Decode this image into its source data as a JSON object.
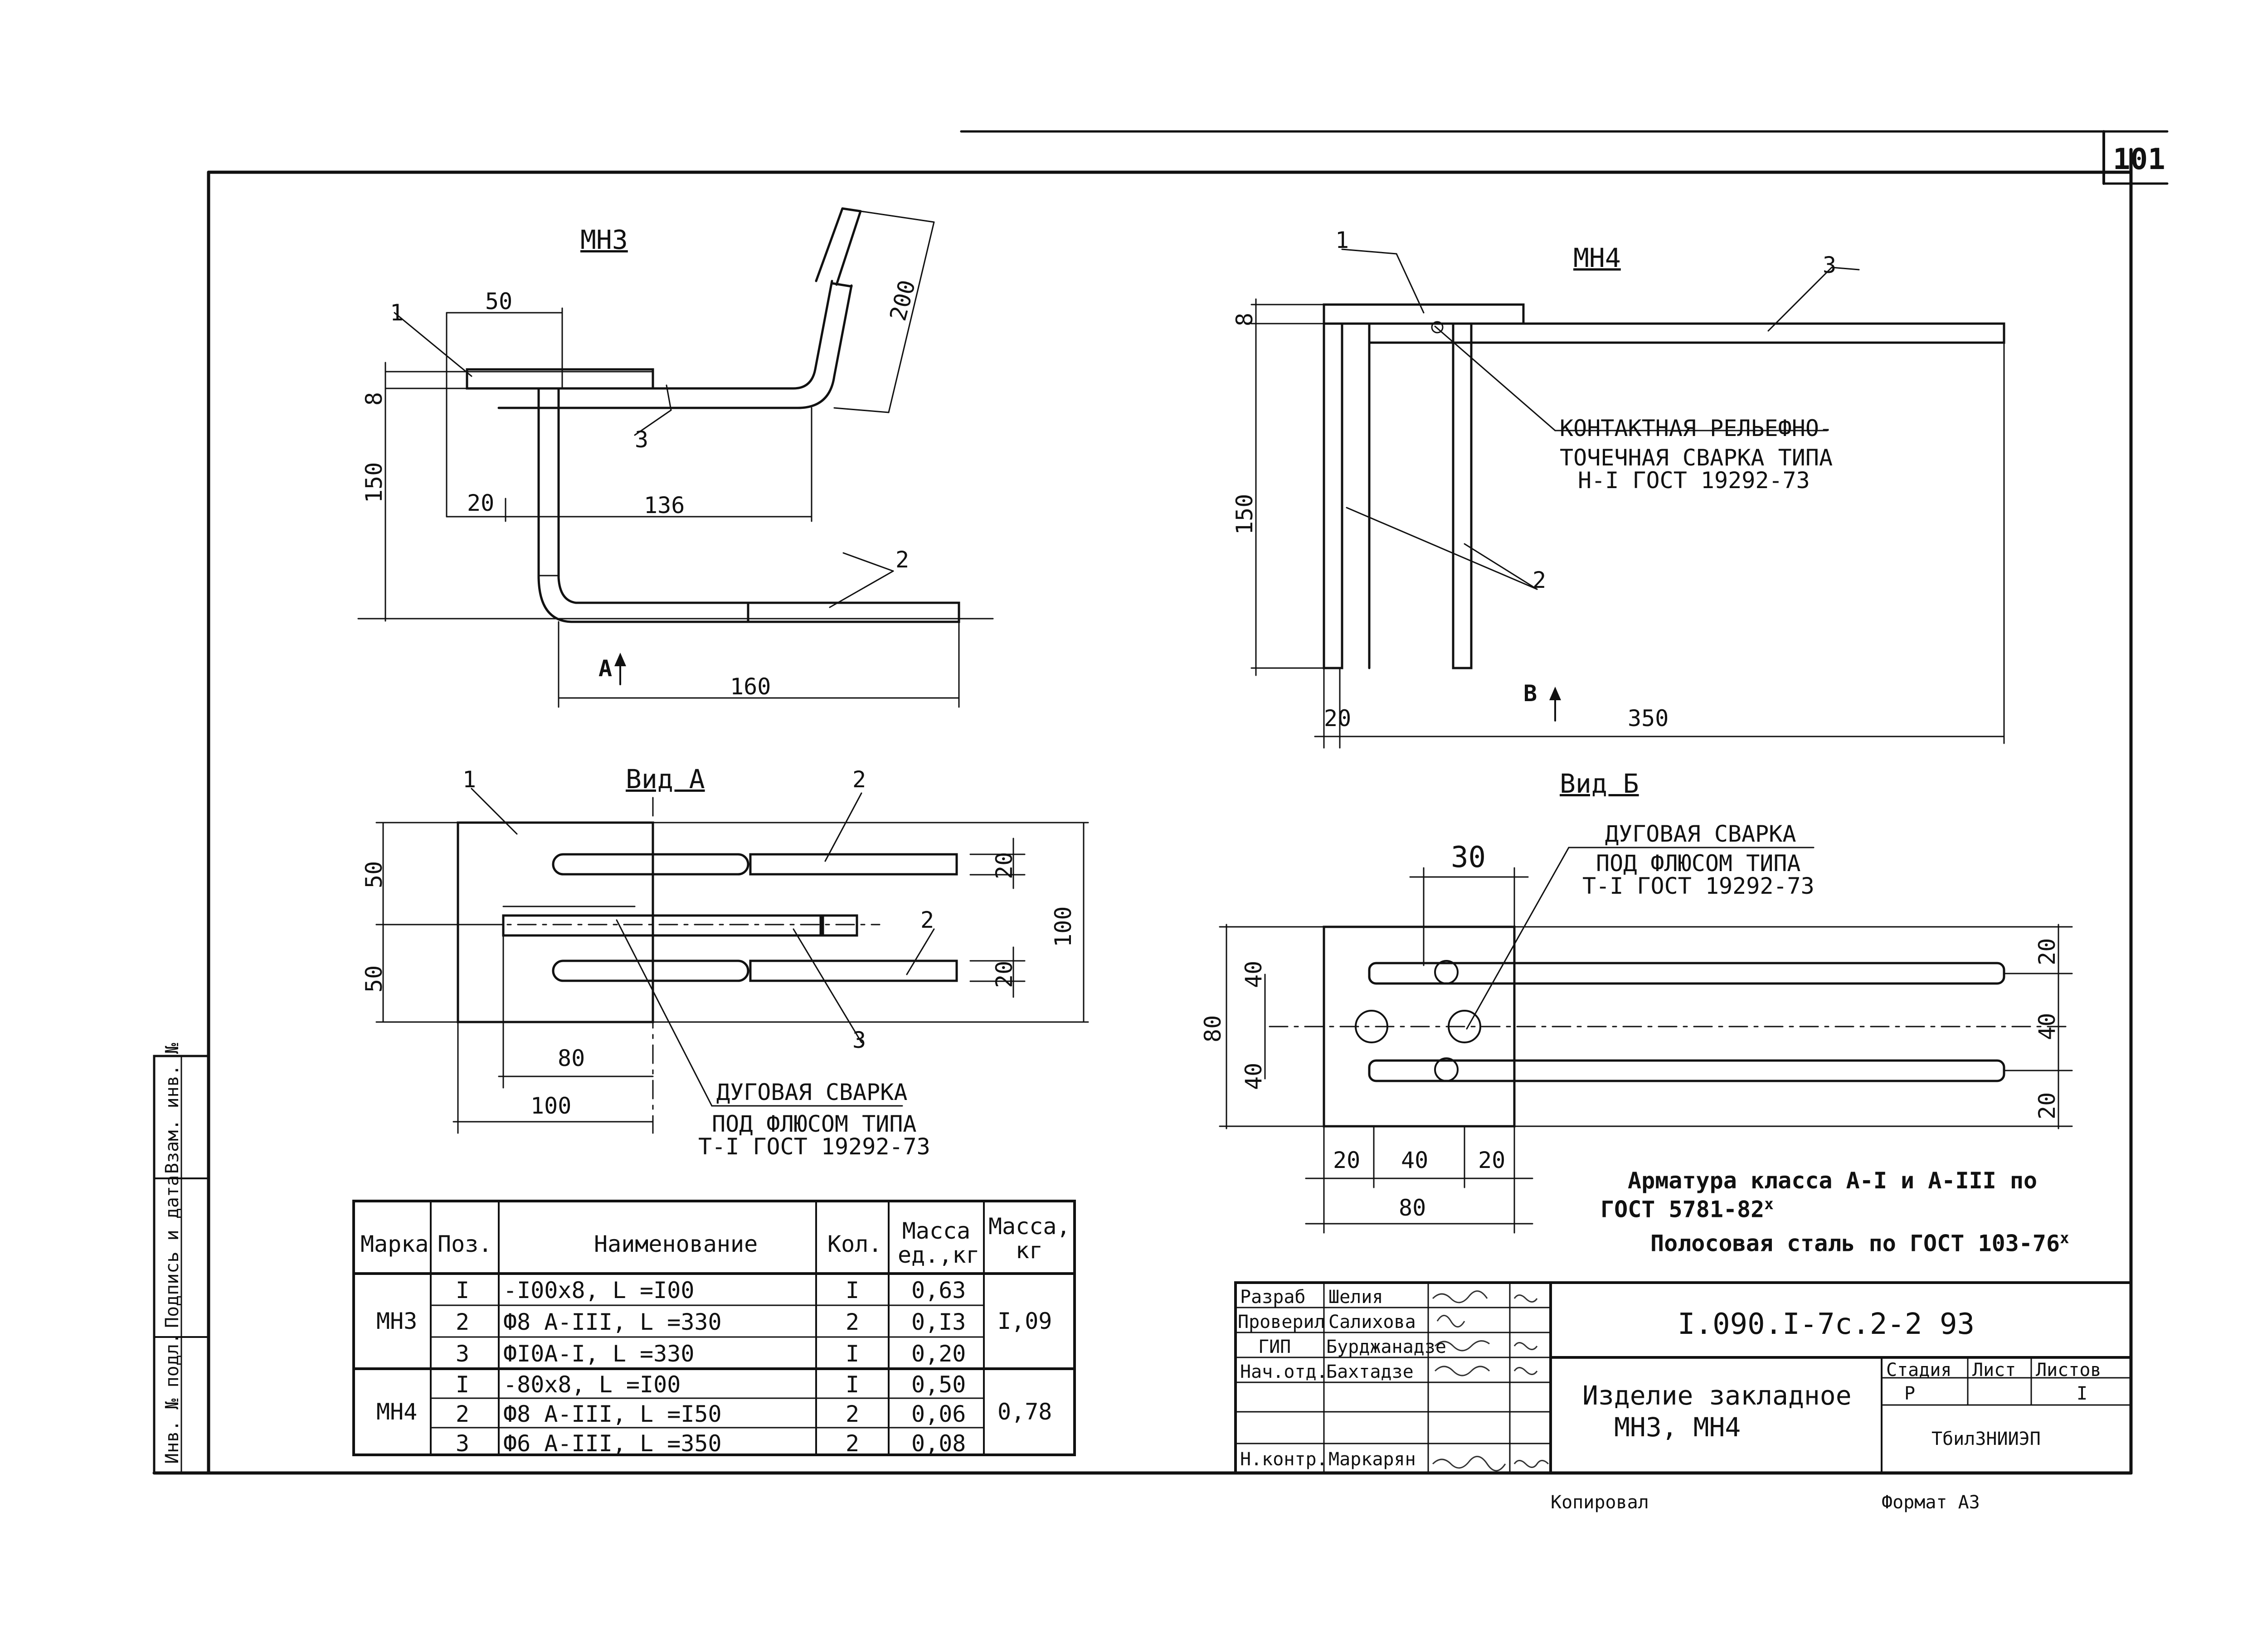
{
  "sheet": {
    "number": "101",
    "code": "I.090.I-7c.2-2 93",
    "title_line1": "Изделие закладное",
    "title_line2": "МН3, МН4",
    "org": "ТбилЗНИИЭП",
    "copied": "Копировал",
    "format": "Формат А3"
  },
  "stage": {
    "h_stage": "Стадия",
    "h_sheet": "Лист",
    "h_sheets": "Листов",
    "stage": "Р",
    "sheet": "",
    "sheets": "I"
  },
  "roles": [
    {
      "role": "Разраб",
      "name": "Шелия"
    },
    {
      "role": "Проверил",
      "name": "Салихова"
    },
    {
      "role": "ГИП",
      "name": "Бурджанадзе"
    },
    {
      "role": "Нач.отд.",
      "name": "Бахтадзе"
    },
    {
      "role": "",
      "name": ""
    },
    {
      "role": "",
      "name": ""
    },
    {
      "role": "Н.контр.",
      "name": "Маркарян"
    }
  ],
  "side_stamp": [
    "Инв. № подл.",
    "Подпись и дата",
    "Взам. инв. №"
  ],
  "views": {
    "mn3": {
      "title": "МН3",
      "dim_50": "50",
      "dim_8": "8",
      "dim_150": "150",
      "dim_20": "20",
      "dim_136": "136",
      "dim_200": "200",
      "dim_160": "160",
      "p1": "1",
      "p2": "2",
      "p3": "3",
      "arrow": "А"
    },
    "mn4": {
      "title": "МН4",
      "dim_8": "8",
      "dim_150": "150",
      "dim_20": "20",
      "dim_350": "350",
      "p1": "1",
      "p2": "2",
      "p3": "3",
      "arrow": "В",
      "weld1": "КОНТАКТНАЯ РЕЛЬЕФНО-",
      "weld2": "ТОЧЕЧНАЯ СВАРКА ТИПА",
      "weld3": "Н-I ГОСТ 19292-73"
    },
    "vid_a": {
      "title": "Вид А",
      "p1": "1",
      "p2a": "2",
      "p2b": "2",
      "p3": "3",
      "d50a": "50",
      "d50b": "50",
      "d20a": "20",
      "d20b": "20",
      "d100v": "100",
      "d80": "80",
      "d100h": "100",
      "weld1": "ДУГОВАЯ СВАРКА",
      "weld2": "ПОД ФЛЮСОМ ТИПА",
      "weld3": "Т-I ГОСТ 19292-73"
    },
    "vid_b": {
      "title": "Вид Б",
      "d30": "30",
      "d40a": "40",
      "d40b": "40",
      "d80v": "80",
      "d20a": "20",
      "d40c": "40",
      "d20b": "20",
      "d20c": "20",
      "d40d": "40",
      "d20d": "20",
      "d80h": "80",
      "weld1": "ДУГОВАЯ СВАРКА",
      "weld2": "ПОД ФЛЮСОМ ТИПА",
      "weld3": "Т-I ГОСТ 19292-73"
    }
  },
  "notes": {
    "line1": "Арматура класса А-I и А-III по",
    "line2": "ГОСТ 5781-82",
    "line2_sup": "х",
    "line3": "Полосовая сталь по ГОСТ 103-76",
    "line3_sup": "х"
  },
  "spec": {
    "headers": {
      "mark": "Марка",
      "pos": "Поз.",
      "name": "Наименование",
      "qty": "Кол.",
      "mass_unit": "Масса ед.,кг",
      "mass": "Масса, кг"
    },
    "groups": [
      {
        "mark": "МН3",
        "mass": "I,09",
        "rows": [
          {
            "pos": "I",
            "name": "-I00х8,  L =I00",
            "qty": "I",
            "unit": "0,63"
          },
          {
            "pos": "2",
            "name": "Ф8 А-III,  L =330",
            "qty": "2",
            "unit": "0,I3"
          },
          {
            "pos": "3",
            "name": "ФI0А-I,  L =330",
            "qty": "I",
            "unit": "0,20"
          }
        ]
      },
      {
        "mark": "МН4",
        "mass": "0,78",
        "rows": [
          {
            "pos": "I",
            "name": "-80х8,  L =I00",
            "qty": "I",
            "unit": "0,50"
          },
          {
            "pos": "2",
            "name": "Ф8 А-III,  L =I50",
            "qty": "2",
            "unit": "0,06"
          },
          {
            "pos": "3",
            "name": "Ф6 А-III,  L =350",
            "qty": "2",
            "unit": "0,08"
          }
        ]
      }
    ]
  }
}
